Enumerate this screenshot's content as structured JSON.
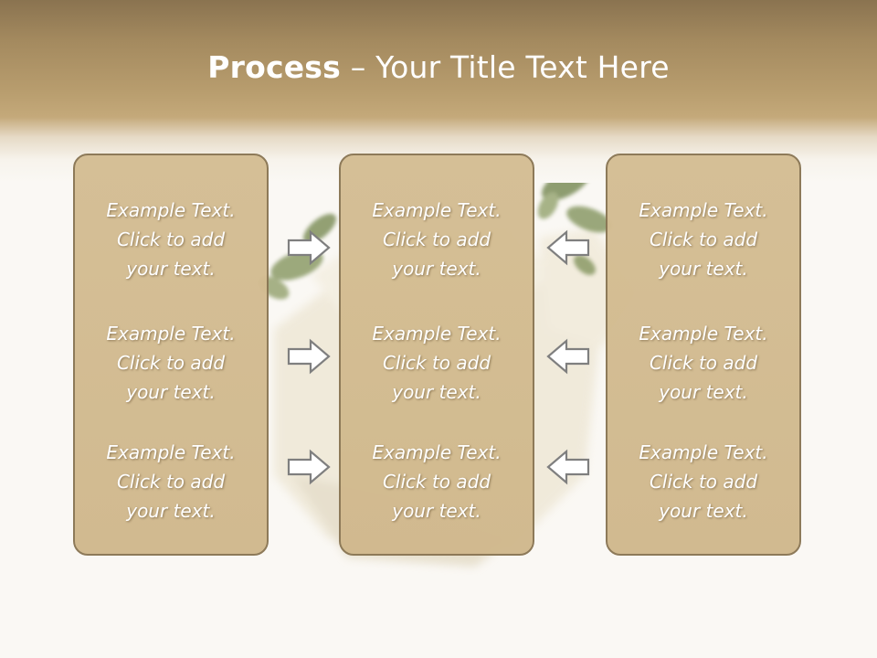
{
  "slide": {
    "title_bold": "Process",
    "title_dash": " – ",
    "title_rest": "Your Title Text Here"
  },
  "columns": [
    {
      "items": [
        {
          "line1": "Example Text.",
          "line2": "Click  to add",
          "line3": "your text."
        },
        {
          "line1": "Example Text.",
          "line2": "Click  to add",
          "line3": "your text."
        },
        {
          "line1": "Example Text.",
          "line2": "Click  to add",
          "line3": "your text."
        }
      ]
    },
    {
      "items": [
        {
          "line1": "Example Text.",
          "line2": "Click  to add",
          "line3": "your text."
        },
        {
          "line1": "Example Text.",
          "line2": "Click  to add",
          "line3": "your text."
        },
        {
          "line1": "Example Text.",
          "line2": "Click  to add",
          "line3": "your text."
        }
      ]
    },
    {
      "items": [
        {
          "line1": "Example Text.",
          "line2": "Click  to add",
          "line3": "your text."
        },
        {
          "line1": "Example Text.",
          "line2": "Click  to add",
          "line3": "your text."
        },
        {
          "line1": "Example Text.",
          "line2": "Click  to add",
          "line3": "your text."
        }
      ]
    }
  ],
  "arrows": {
    "left_direction": "right",
    "right_direction": "left",
    "icon_name": "outline-arrow-icon"
  },
  "colors": {
    "header": "#a48a5f",
    "box_fill": "#d2ba90",
    "box_border": "#8a7654",
    "text": "#ffffff",
    "arrow_stroke": "#7f7f7f"
  }
}
